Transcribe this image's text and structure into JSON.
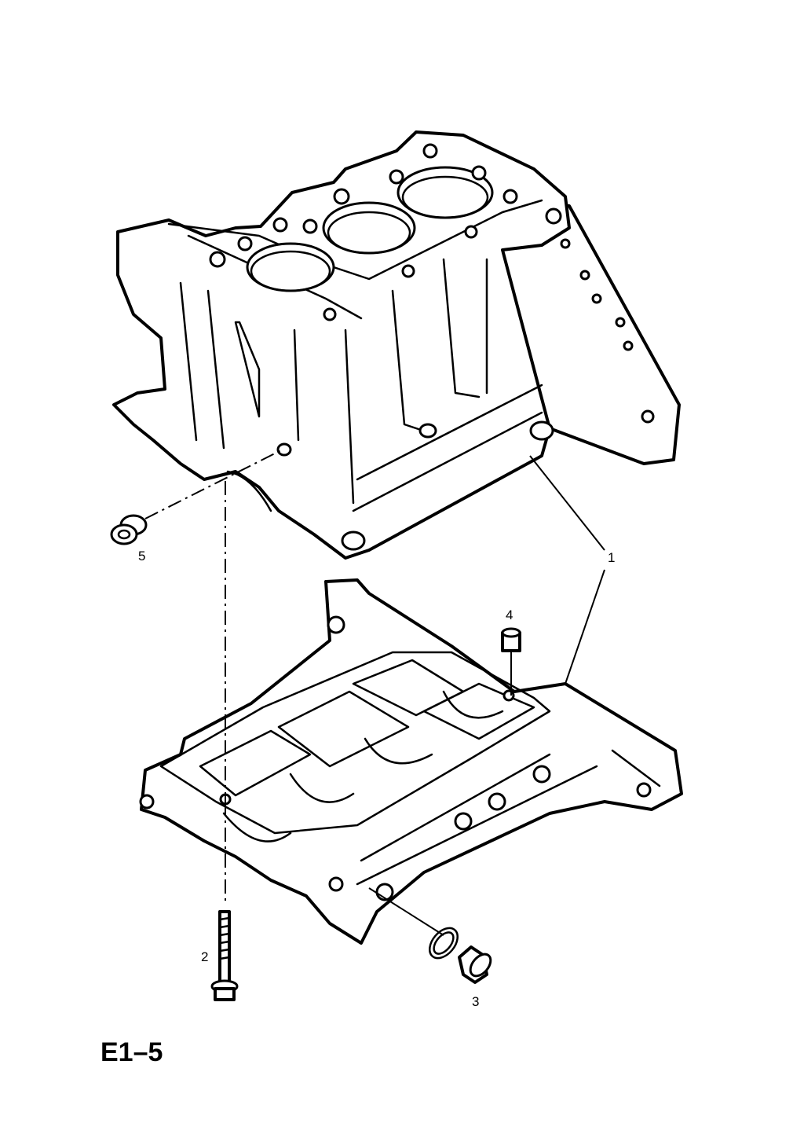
{
  "callouts": {
    "part_1": "1",
    "part_2": "2",
    "part_3": "3",
    "part_4": "4",
    "part_5": "5"
  },
  "page_code": "E1–5"
}
